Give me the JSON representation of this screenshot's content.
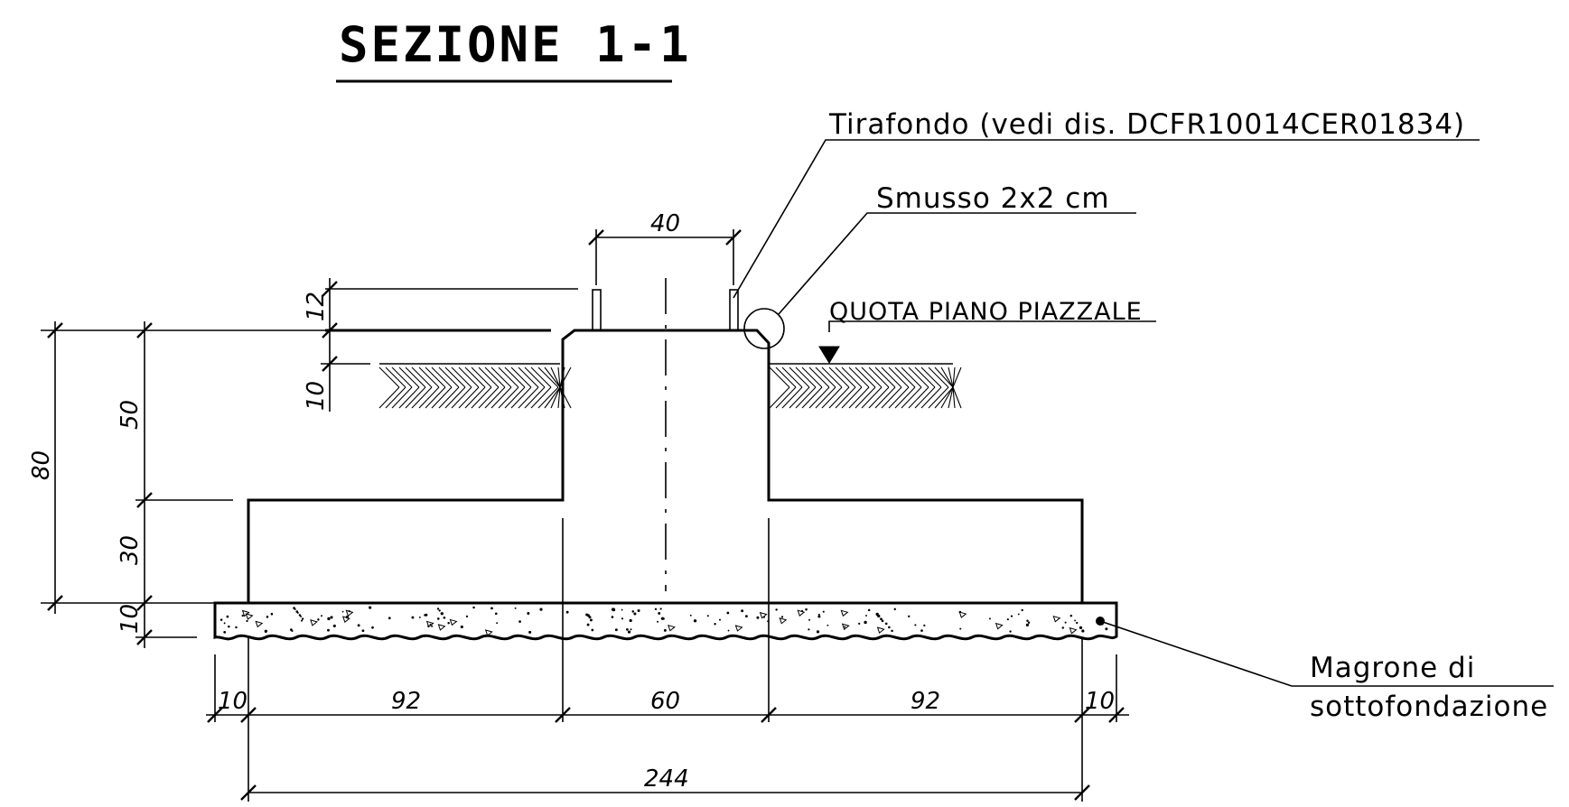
{
  "title": "SEZIONE 1-1",
  "labels": {
    "tirafondo": "Tirafondo (vedi dis. DCFR10014CER01834)",
    "smusso": "Smusso 2x2 cm",
    "quota": "QUOTA PIANO PIAZZALE",
    "magrone_line1": "Magrone di",
    "magrone_line2": "sottofondazione"
  },
  "dimensions": {
    "bolt_spacing": "40",
    "bolt_projection": "12",
    "ground_depth": "10",
    "pedestal_height": "50",
    "total_height": "80",
    "footing_height": "30",
    "lean_concrete_thickness": "10",
    "lean_overhang_left": "10",
    "footing_left": "92",
    "pedestal_width": "60",
    "footing_right": "92",
    "lean_overhang_right": "10",
    "footing_total_width": "244"
  }
}
